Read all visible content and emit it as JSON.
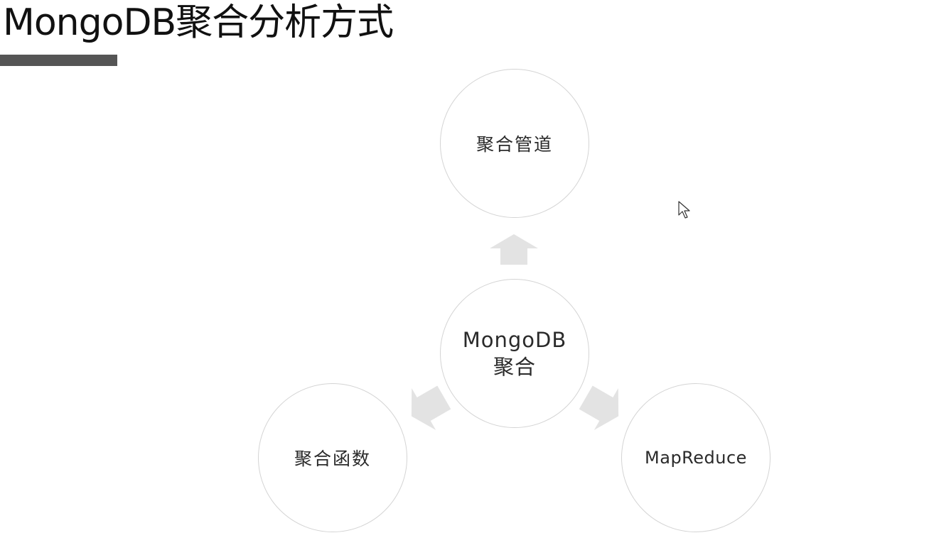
{
  "slide": {
    "title": "MongoDB聚合分析方式"
  },
  "diagram": {
    "center": {
      "line1": "MongoDB",
      "line2": "聚合"
    },
    "nodes": {
      "top": "聚合管道",
      "left": "聚合函数",
      "right": "MapReduce"
    }
  },
  "colors": {
    "underline": "#555555",
    "arrow": "#e3e3e3",
    "circle_border": "#d4d4d4"
  },
  "icons": {
    "cursor": "mouse-pointer-icon"
  }
}
